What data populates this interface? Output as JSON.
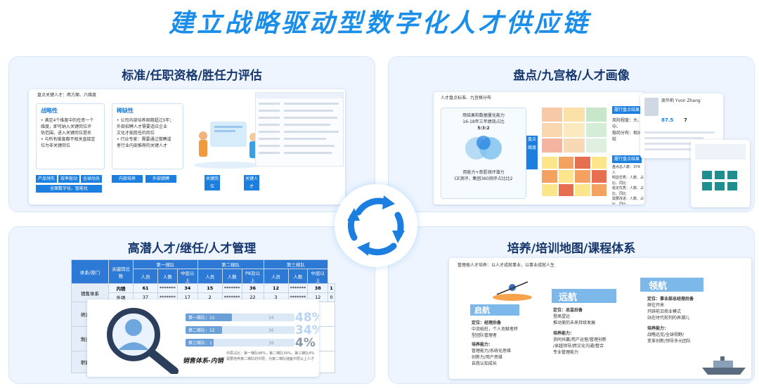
{
  "title": "建立战略驱动型数字化人才供应链",
  "colors": {
    "brand": "#1a8ee8",
    "panel_bg": "#eef5ff",
    "accent": "#1c7fe0"
  },
  "panels": {
    "tl": {
      "title": "标准/任职资格/胜任力评估",
      "header": "盘点关键人才：两方面、六维度",
      "card1": {
        "heading": "战略性",
        "lines": [
          "• 满足4个维度中的任意一个",
          "维度，即可纳入关键岗位评",
          "估范围，进入关键岗位提名",
          "• 与所有维度都不相关直接定",
          "位为非关键岗位"
        ]
      },
      "card2": {
        "heading": "稀缺性",
        "lines": [
          "• 公司内部培养周期超过5年；",
          "外部招聘人才需要适应企业",
          "文化才能胜任的岗位",
          "• 行业专家：需要通过猎聘或",
          "者行业内部推荐的关键人才"
        ]
      },
      "tags": [
        "产品领先",
        "效率驱动",
        "全球动员",
        "全面数字化、智能化",
        "内部培养",
        "外部猎聘",
        "关键岗位",
        "关键人才"
      ]
    },
    "tr": {
      "title": "盘点/九宫格/人才画像",
      "header": "人才盘点标准、九宫格分布",
      "circle_lines": [
        "用结果和数据量化能力",
        "16-18年三年绩效占比",
        "5:3:2",
        "用能力+意愿测评潜力",
        "CE测评，集团360测评占比比2"
      ],
      "side_tag": "盘点维度",
      "res1": {
        "tag": "履行盘点结果",
        "lines": [
          "风险程度：大、中、",
          "稳岗分布：相对较"
        ]
      },
      "res2": {
        "tag": "履行盘点结果",
        "lines": [
          "盘点总人数：374 人",
          "明显优秀：人数、占比、同比",
          "稳定优秀：人数、占比、同比",
          "需要改进：人数、占比、同比"
        ]
      },
      "profile": {
        "name": "周华莉 Yvon Zhang",
        "score": "87.5",
        "score2": "7"
      }
    },
    "bl": {
      "title": "高潜人才/继任/人才管理",
      "table": {
        "headers": [
          "体系/部门",
          "关键岗位数",
          "第一梯队",
          "第二梯队",
          "第三梯队"
        ],
        "sub": [
          "人员",
          "人数",
          "中层以上",
          "人员",
          "人数",
          "P8及以上",
          "人员",
          "人数",
          "中层以上"
        ],
        "rows": [
          [
            "",
            "内销",
            "61",
            "*******",
            "34",
            "15",
            "*******",
            "36",
            "12",
            "*******",
            "38",
            "1"
          ],
          [
            "",
            "外销",
            "37",
            "*******",
            "17",
            "2",
            "*******",
            "22",
            "3",
            "*******",
            "12",
            "0"
          ]
        ],
        "row_groups": [
          "销售体系",
          "研发体系",
          "制造体系",
          "职能体系"
        ]
      },
      "bars": [
        {
          "label": "第一梯队：15",
          "value": "34",
          "pct": "48%"
        },
        {
          "label": "第二梯队：12",
          "value": "36",
          "pct": "34%"
        },
        {
          "label": "第三梯队：1",
          "value": "38",
          "pct": "4%"
        }
      ],
      "caption": "销售体系-内销",
      "note": "中层占比：第一梯队48%，第二梯队34%，第三梯队4%\n需要培养第二梯队的中层，为第二梯队储备中层以上人才"
    },
    "br": {
      "title": "培养/培训地图/课程体系",
      "header": "管理类人才培养：以人才成就事业，以事业成就人生",
      "stages": [
        {
          "name": "启航",
          "pos_title": "定位：经理后备",
          "pos": [
            "中流砥柱，个人贡献者转",
            "型团队管理者"
          ],
          "ab_title": "培养能力：",
          "ab": [
            "管理能力/系统化思维",
            "创新力/用户思维",
            "自我认知成长"
          ]
        },
        {
          "name": "远航",
          "pos_title": "定位：总监后备",
          "pos": [
            "登高望远",
            "推动美的未来持续发展"
          ],
          "ab_title": "培养能力：",
          "ab": [
            "协同共赢/用户运营/管理创新",
            "/卓越领导/跨文化沟通/整合",
            "专业管理能力"
          ]
        },
        {
          "name": "领航",
          "pos_title": "定位：事业部总经理后备",
          "pos": [
            "继往开来",
            "开辟前沿商业模式",
            "站在时代前列的弄潮儿"
          ],
          "ab_title": "培养能力：",
          "ab": [
            "战略远见/全球视野/",
            "变革创新/领导多元团队"
          ]
        }
      ]
    }
  }
}
